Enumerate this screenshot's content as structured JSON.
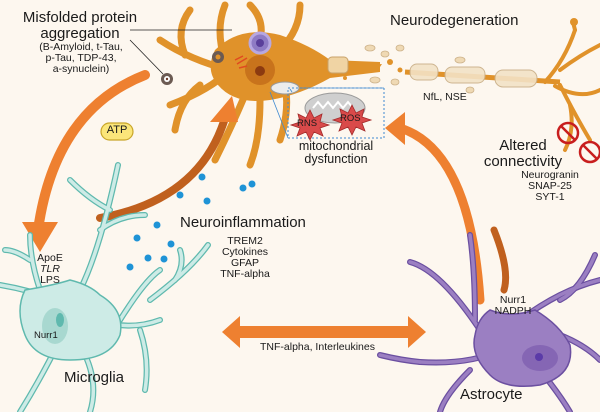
{
  "colors": {
    "background": "#fdf7ef",
    "neuron": "#e0922a",
    "neuron_dark": "#c77417",
    "microglia_fill": "#cdebe6",
    "microglia_stroke": "#5fb9ae",
    "astrocyte_fill": "#9b7fc2",
    "astrocyte_stroke": "#6b4fa0",
    "arrow_orange": "#ee8030",
    "arrow_dark": "#c0601e",
    "cytokine_dot": "#1f93d6",
    "ros_star": "#d94a4a",
    "atp_fill": "#fbe67a",
    "inhibit_red": "#c81e1e",
    "dashed_box": "#3f8ad1"
  },
  "labels": {
    "misfolded": {
      "title_line1": "Misfolded protein",
      "title_line2": "aggregation",
      "items": [
        "(B-Amyloid, t-Tau,",
        "p-Tau, TDP-43,",
        "a-synuclein)"
      ]
    },
    "neurodegeneration": {
      "title": "Neurodegeneration",
      "markers": "NfL, NSE"
    },
    "mitochondria": {
      "stars": [
        "RNS",
        "ROS"
      ],
      "caption_line1": "mitochondrial",
      "caption_line2": "dysfunction"
    },
    "atp": "ATP",
    "altered_connectivity": {
      "title_line1": "Altered",
      "title_line2": "connectivity",
      "markers": [
        "Neurogranin",
        "SNAP-25",
        "SYT-1"
      ]
    },
    "neuroinflammation": {
      "title": "Neuroinflammation",
      "markers": [
        "TREM2",
        "Cytokines",
        "GFAP",
        "TNF-alpha"
      ]
    },
    "microglia": {
      "name": "Microglia",
      "markers": [
        "ApoE",
        "TLR",
        "LPS"
      ],
      "nucleus_label": "Nurr1"
    },
    "astrocyte": {
      "name": "Astrocyte",
      "markers": [
        "Nurr1",
        "NADPH"
      ]
    },
    "crosstalk": "TNF-alpha, Interleukines"
  }
}
